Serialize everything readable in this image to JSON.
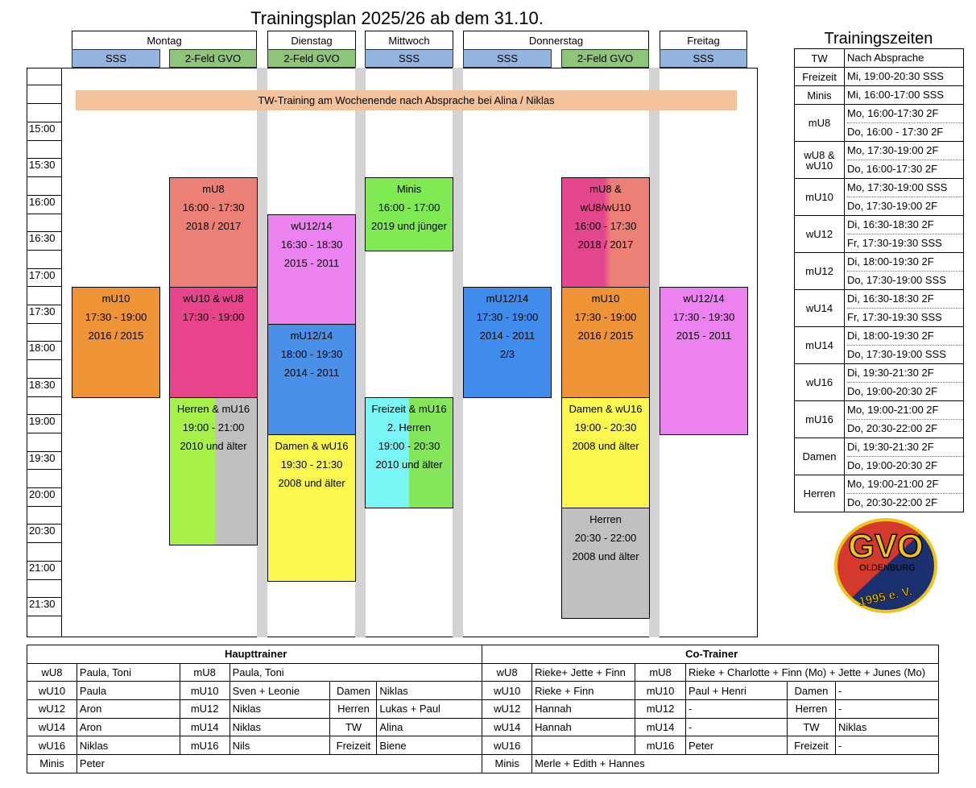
{
  "title": "Trainingsplan 2025/26 ab dem 31.10.",
  "days": [
    {
      "name": "Montag",
      "halls": [
        "SSS",
        "2-Feld GVO"
      ]
    },
    {
      "name": "Dienstag",
      "halls": [
        "2-Feld GVO"
      ]
    },
    {
      "name": "Mittwoch",
      "halls": [
        "SSS"
      ]
    },
    {
      "name": "Donnerstag",
      "halls": [
        "SSS",
        "2-Feld GVO"
      ]
    },
    {
      "name": "Freitag",
      "halls": [
        "SSS"
      ]
    }
  ],
  "times": [
    "15:00",
    "15:30",
    "16:00",
    "16:30",
    "17:00",
    "17:30",
    "18:00",
    "18:30",
    "19:00",
    "19:30",
    "20:00",
    "20:30",
    "21:00",
    "21:30"
  ],
  "banner": "TW-Training am Wochenende nach Absprache bei Alina / Niklas",
  "blocks": {
    "mo_mu10": [
      "mU10",
      "17:30 - 19:00",
      "2016 / 2015"
    ],
    "mo_mu8": [
      "mU8",
      "16:00 - 17:30",
      "2018 / 2017"
    ],
    "mo_wu10": [
      "wU10 & wU8",
      "17:30 - 19:00"
    ],
    "mo_herren": [
      "Herren & mU16",
      "19:00 - 21:00",
      "2010 und älter"
    ],
    "di_wu12": [
      "wU12/14",
      "16:30 - 18:30",
      "2015 - 2011"
    ],
    "di_mu12": [
      "mU12/14",
      "18:00 - 19:30",
      "2014 - 2011"
    ],
    "di_damen": [
      "Damen & wU16",
      "19:30 - 21:30",
      "2008 und älter"
    ],
    "mi_minis": [
      "Minis",
      "16:00 - 17:00",
      "2019 und jünger"
    ],
    "mi_freizeit": [
      "Freizeit & mU16",
      "2. Herren",
      "19:00 - 20:30",
      "2010 und älter"
    ],
    "do_mu12": [
      "mU12/14",
      "17:30 - 19:00",
      "2014 - 2011",
      "2/3"
    ],
    "do_mu8": [
      "mU8 &",
      "wU8/wU10",
      "16:00 - 17:30",
      "2018 / 2017"
    ],
    "do_mu10": [
      "mU10",
      "17:30 - 19:00",
      "2016 / 2015"
    ],
    "do_damen": [
      "Damen & wU16",
      "19:00 - 20:30",
      "2008 und älter"
    ],
    "do_herren": [
      "Herren",
      "20:30 - 22:00",
      "2008 und älter"
    ],
    "fr_wu12": [
      "wU12/14",
      "17:30 - 19:30",
      "2015 - 2011"
    ]
  },
  "training_times_title": "Trainingszeiten",
  "training_times": [
    {
      "team": "TW",
      "slots": [
        "Nach Absprache"
      ]
    },
    {
      "team": "Freizeit",
      "slots": [
        "Mi, 19:00-20:30 SSS"
      ]
    },
    {
      "team": "Minis",
      "slots": [
        "Mi, 16:00-17:00 SSS"
      ]
    },
    {
      "team": "mU8",
      "slots": [
        "Mo, 16:00-17:30 2F",
        "Do, 16:00 - 17:30 2F"
      ]
    },
    {
      "team": "wU8 & wU10",
      "slots": [
        "Mo, 17:30-19:00 2F",
        "Do, 16:00-17:30 2F"
      ]
    },
    {
      "team": "mU10",
      "slots": [
        "Mo, 17:30-19:00 SSS",
        "Do, 17:30-19:00 2F"
      ]
    },
    {
      "team": "wU12",
      "slots": [
        "Di, 16:30-18:30 2F",
        "Fr, 17:30-19:30 SSS"
      ]
    },
    {
      "team": "mU12",
      "slots": [
        "Di, 18:00-19:30 2F",
        "Do, 17:30-19:00 SSS"
      ]
    },
    {
      "team": "wU14",
      "slots": [
        "Di, 16:30-18:30 2F",
        "Fr, 17:30-19:30 SSS"
      ]
    },
    {
      "team": "mU14",
      "slots": [
        "Di, 18:00-19:30 2F",
        "Do, 17:30-19:00 SSS"
      ]
    },
    {
      "team": "wU16",
      "slots": [
        "Di, 19:30-21:30 2F",
        "Do, 19:00-20:30 2F"
      ]
    },
    {
      "team": "mU16",
      "slots": [
        "Mo, 19:00-21:00 2F",
        "Do, 20:30-22:00 2F"
      ]
    },
    {
      "team": "Damen",
      "slots": [
        "Di, 19:30-21:30 2F",
        "Do, 19:00-20:30 2F"
      ]
    },
    {
      "team": "Herren",
      "slots": [
        "Mo, 19:00-21:00 2F",
        "Do, 20:30-22:00 2F"
      ]
    }
  ],
  "logo": {
    "main": "GVO",
    "city": "OLDENBURG",
    "year": "1995 e. V."
  },
  "trainers": {
    "head_title": "Haupttrainer",
    "co_title": "Co-Trainer",
    "rows": [
      {
        "h": [
          "wU8",
          "Paula, Toni",
          "mU8",
          "Paula, Toni",
          "",
          ""
        ],
        "c": [
          "wU8",
          "Rieke+ Jette + Finn",
          "mU8",
          "Rieke + Charlotte + Finn (Mo) + Jette + Junes (Mo)",
          "",
          ""
        ]
      },
      {
        "h": [
          "wU10",
          "Paula",
          "mU10",
          "Sven + Leonie",
          "Damen",
          "Niklas"
        ],
        "c": [
          "wU10",
          "Rieke + Finn",
          "mU10",
          "Paul + Henri",
          "Damen",
          "-"
        ]
      },
      {
        "h": [
          "wU12",
          "Aron",
          "mU12",
          "Niklas",
          "Herren",
          "Lukas + Paul"
        ],
        "c": [
          "wU12",
          "Hannah",
          "mU12",
          "-",
          "Herren",
          "-"
        ]
      },
      {
        "h": [
          "wU14",
          "Aron",
          "mU14",
          "Niklas",
          "TW",
          "Alina"
        ],
        "c": [
          "wU14",
          "Hannah",
          "mU14",
          "-",
          "TW",
          "Niklas"
        ]
      },
      {
        "h": [
          "wU16",
          "Niklas",
          "mU16",
          "Nils",
          "Freizeit",
          "Biene"
        ],
        "c": [
          "wU16",
          "",
          "mU16",
          "Peter",
          "Freizeit",
          "-"
        ]
      },
      {
        "h": [
          "Minis",
          "Peter",
          "",
          "",
          "",
          ""
        ],
        "c": [
          "Minis",
          "Merle + Edith + Hannes",
          "",
          "",
          "",
          ""
        ]
      }
    ]
  }
}
